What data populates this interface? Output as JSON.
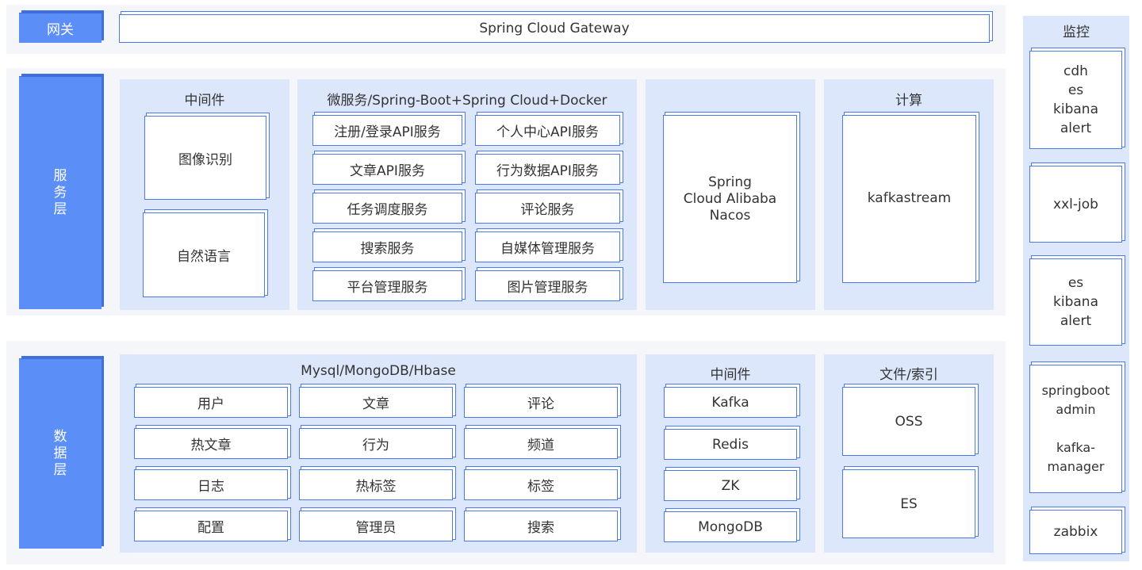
{
  "gateway": {
    "label": "网关",
    "content": "Spring Cloud Gateway"
  },
  "service_layer": {
    "label": "服务层",
    "middleware": {
      "title": "中间件",
      "items": [
        "图像识别",
        "自然语言"
      ]
    },
    "microservices": {
      "title": "微服务/Spring-Boot+Spring Cloud+Docker",
      "items": [
        "注册/登录API服务",
        "个人中心API服务",
        "文章API服务",
        "行为数据API服务",
        "任务调度服务",
        "评论服务",
        "搜索服务",
        "自媒体管理服务",
        "平台管理服务",
        "图片管理服务"
      ]
    },
    "nacos": {
      "text": "Spring\nCloud Alibaba\nNacos"
    },
    "compute": {
      "title": "计算",
      "item": "kafkastream"
    }
  },
  "data_layer": {
    "label": "数据层",
    "databases": {
      "title": "Mysql/MongoDB/Hbase",
      "items": [
        "用户",
        "文章",
        "评论",
        "热文章",
        "行为",
        "频道",
        "日志",
        "热标签",
        "标签",
        "配置",
        "管理员",
        "搜索"
      ]
    },
    "middleware": {
      "title": "中间件",
      "items": [
        "Kafka",
        "Redis",
        "ZK",
        "MongoDB"
      ]
    },
    "files": {
      "title": "文件/索引",
      "items": [
        "OSS",
        "ES"
      ]
    }
  },
  "monitoring": {
    "title": "监控",
    "items": [
      "cdh\nes\nkibana\nalert",
      "xxl-job",
      "es\nkibana\nalert",
      "springboot\nadmin\n\nkafka-\nmanager",
      "zabbix"
    ]
  },
  "colors": {
    "accent": "#5b8ef7",
    "panel": "#dde7fb",
    "border": "#4b7bea",
    "band": "#f4f6fa"
  }
}
